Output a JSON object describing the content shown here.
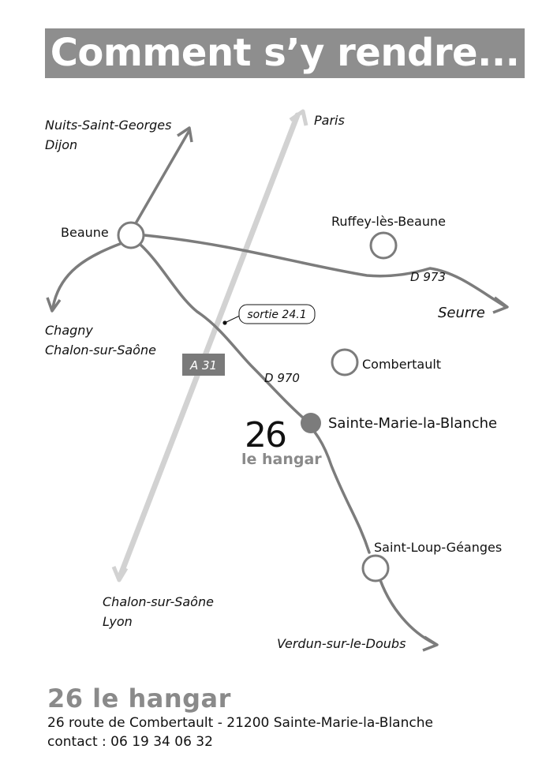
{
  "title": "Comment s’y rendre...",
  "map": {
    "places": {
      "nuits": [
        "Nuits-Saint-Georges",
        "Dijon"
      ],
      "paris": "Paris",
      "beaune": "Beaune",
      "ruffey": "Ruffey-lès-Beaune",
      "chagny": [
        "Chagny",
        "Chalon-sur-Saône"
      ],
      "seurre": "Seurre",
      "combertault": "Combertault",
      "sainte_marie": "Sainte-Marie-la-Blanche",
      "saint_loup": "Saint-Loup-Géanges",
      "chalon_lyon": [
        "Chalon-sur-Saône",
        "Lyon"
      ],
      "verdun": "Verdun-sur-le-Doubs"
    },
    "roads": {
      "a31": "A 31",
      "d973": "D 973",
      "d970": "D 970",
      "exit": "sortie 24.1"
    },
    "logo": {
      "number": "26",
      "text": "le hangar"
    }
  },
  "footer": {
    "name": "26 le hangar",
    "address": "26 route de Combertault - 21200 Sainte-Marie-la-Blanche",
    "contact": "contact :  06 19 34 06 32"
  }
}
